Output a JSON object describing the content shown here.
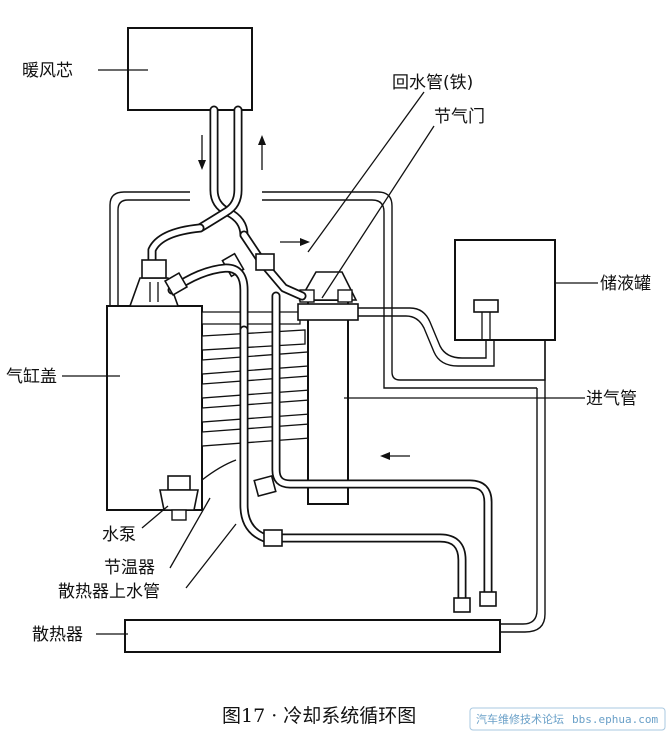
{
  "labels": {
    "heater_core": "暖风芯",
    "return_pipe": "回水管(铁)",
    "throttle": "节气门",
    "reservoir": "储液罐",
    "cylinder_head": "气缸盖",
    "intake_pipe": "进气管",
    "water_pump": "水泵",
    "thermostat": "节温器",
    "radiator_upper_hose": "散热器上水管",
    "radiator": "散热器"
  },
  "caption": "图17 · 冷却系统循环图",
  "watermark": {
    "forum": "汽车维修技术论坛",
    "url": "bbs.ephua.com"
  },
  "colors": {
    "line": "#111111",
    "watermark": "#6aa0c8"
  }
}
